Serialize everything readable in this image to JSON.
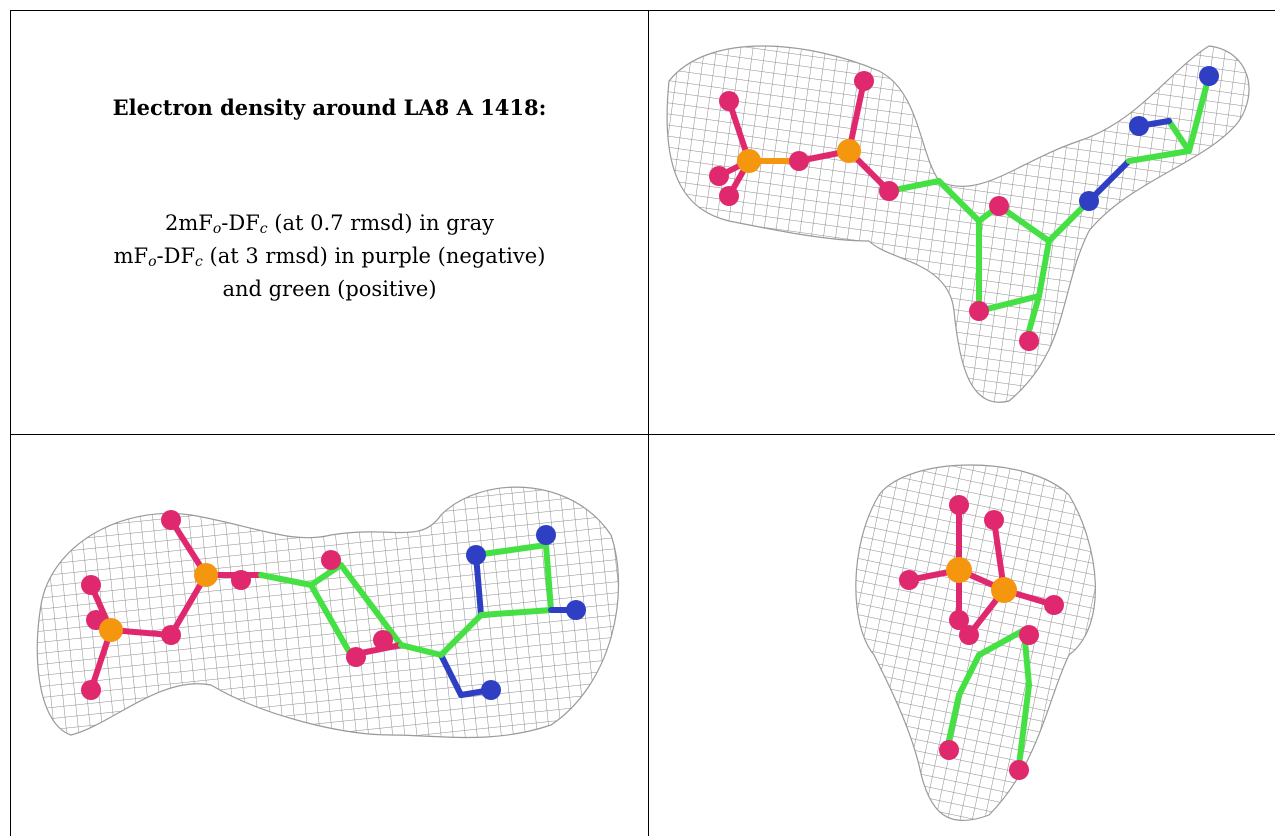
{
  "header": {
    "title": "Electron density around LA8 A 1418:"
  },
  "legend": {
    "line1": {
      "prefix": "2mF",
      "sub1": "o",
      "mid": "-DF",
      "sub2": "c",
      "suffix": " (at 0.7 rmsd) in gray"
    },
    "line2": {
      "prefix": "mF",
      "sub1": "o",
      "mid": "-DF",
      "sub2": "c",
      "suffix": " (at 3 rmsd) in purple (negative)"
    },
    "line3": "and green (positive)"
  },
  "colors": {
    "mesh": "#8c8c8c",
    "carbon": "#44e044",
    "oxygen": "#e0286e",
    "phosphorus": "#f5960f",
    "nitrogen": "#2e3fc4",
    "negative_density": "#6a6ad8",
    "positive_density": "#44e044"
  },
  "panels": [
    {
      "view": "top-right"
    },
    {
      "view": "bottom-left"
    },
    {
      "view": "bottom-right"
    }
  ]
}
